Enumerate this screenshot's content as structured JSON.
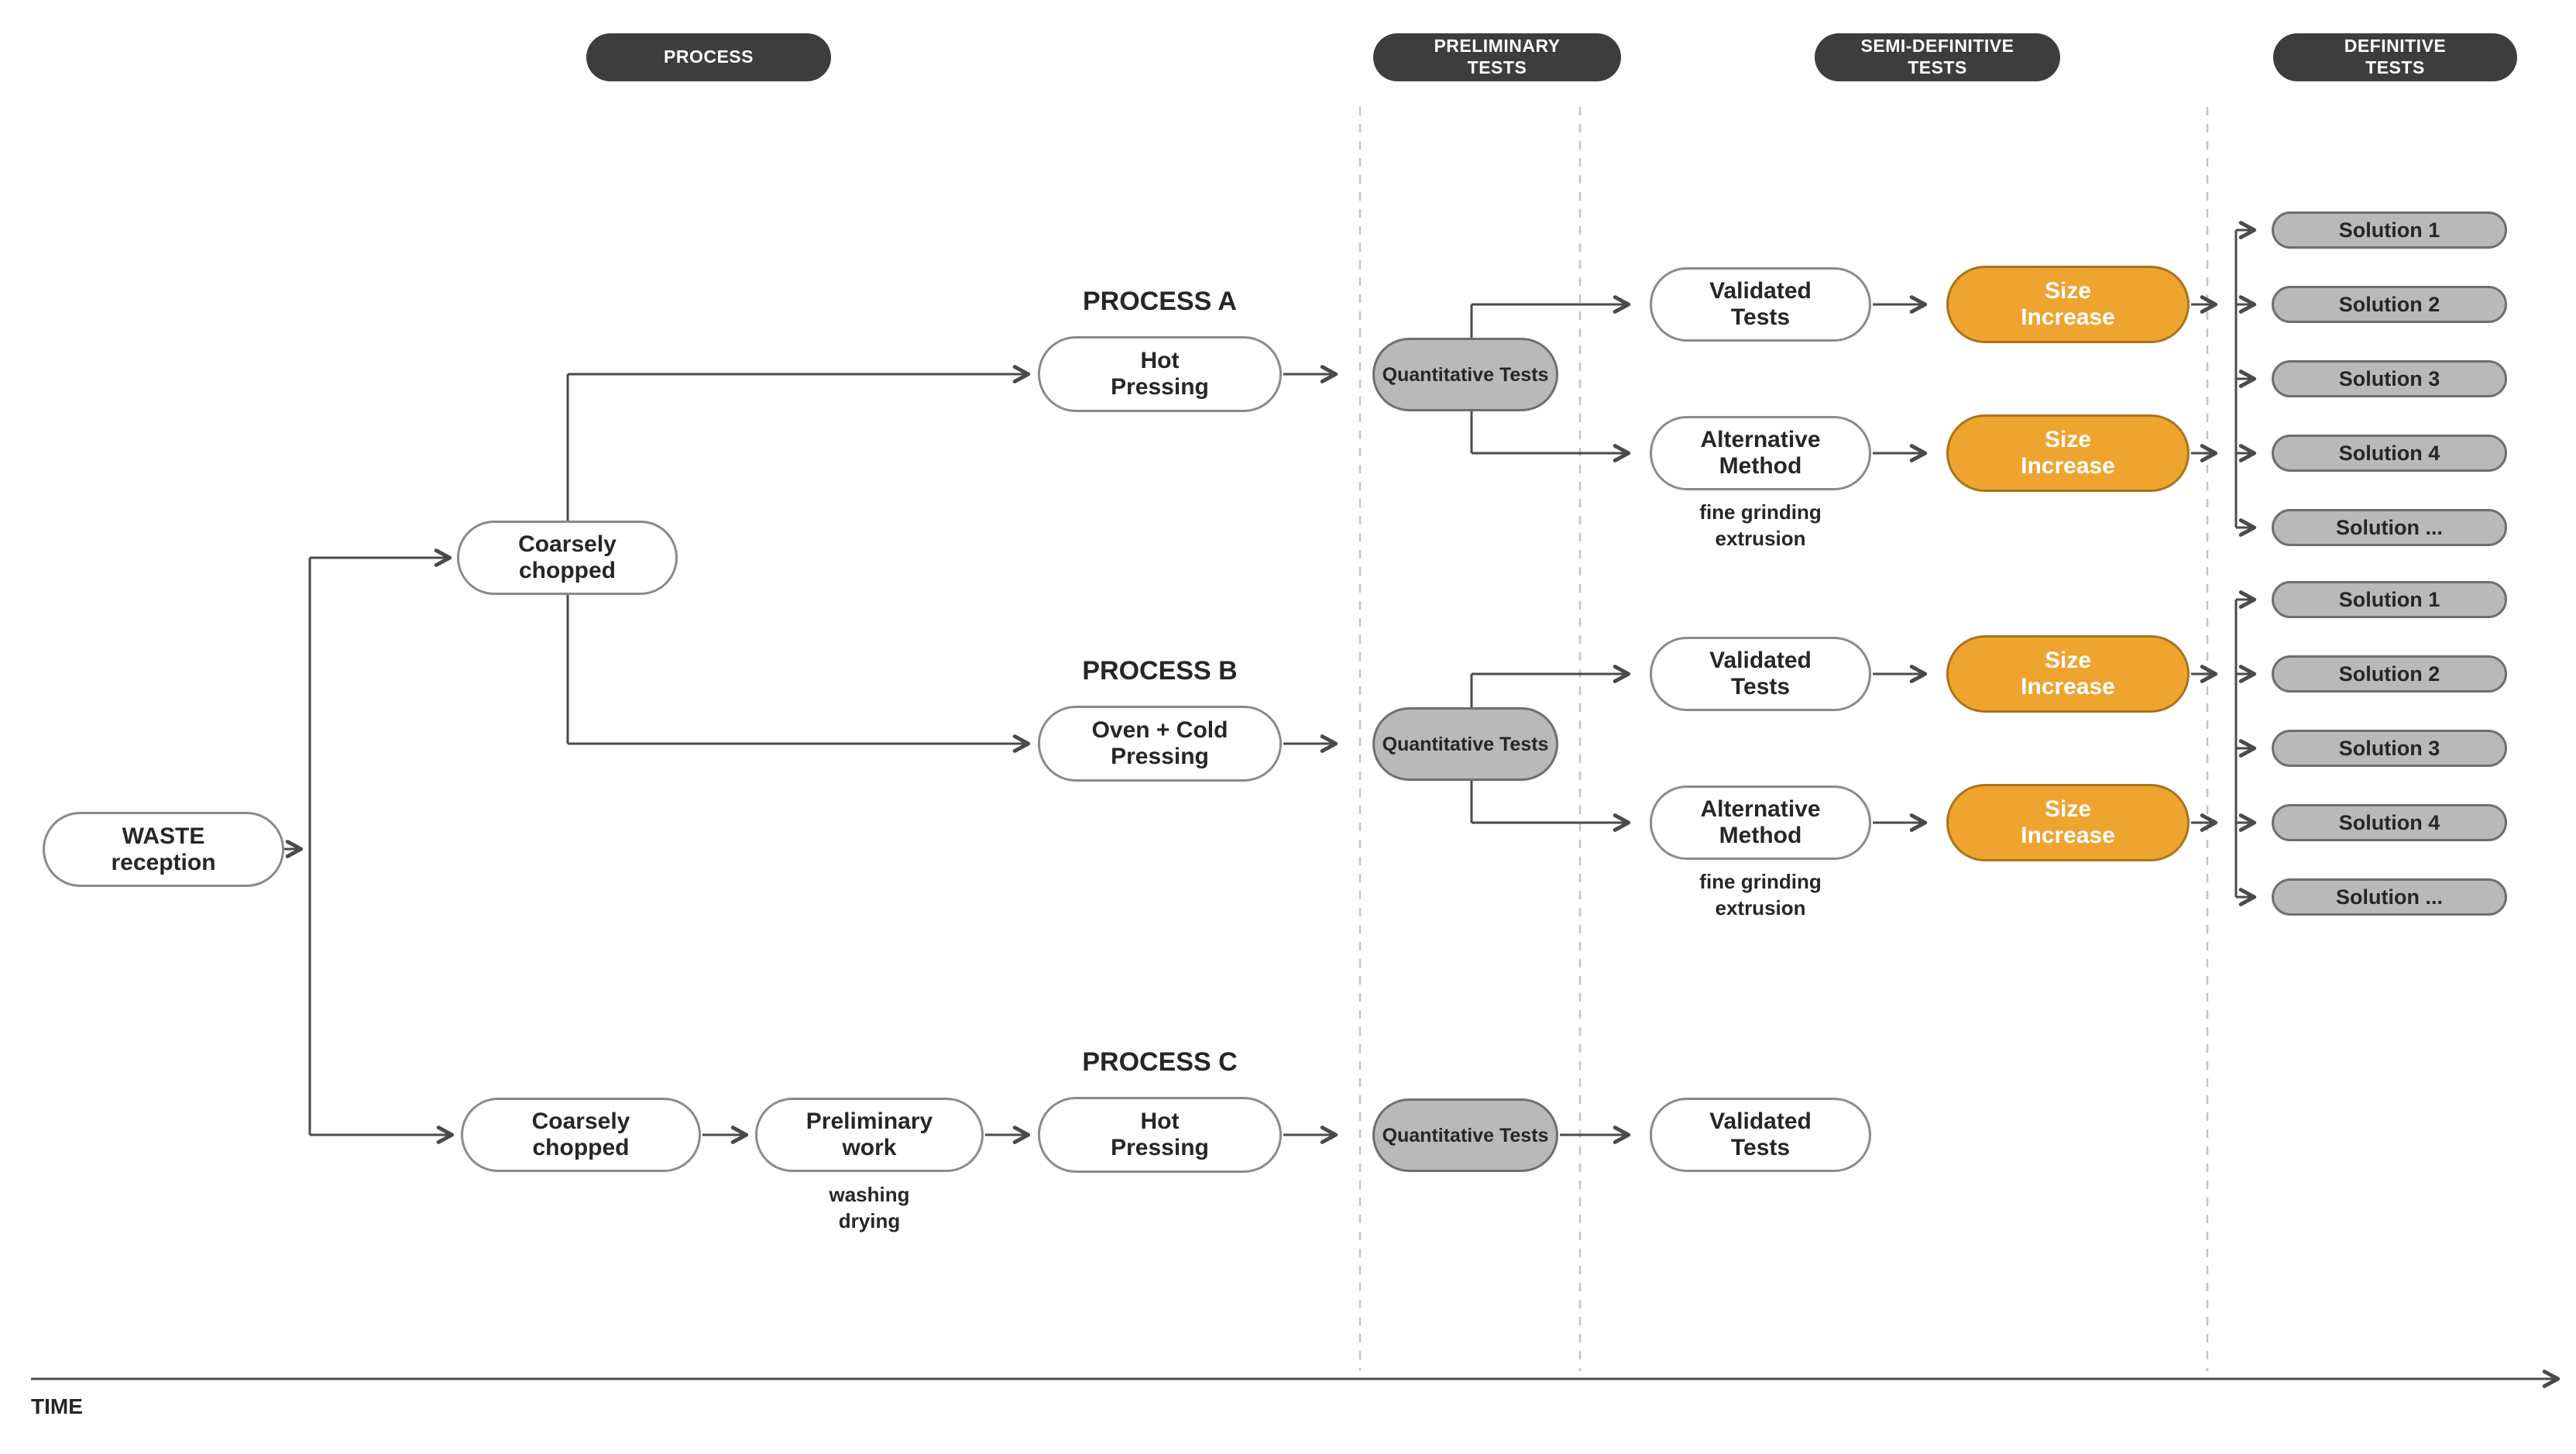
{
  "diagram": {
    "columns": [
      {
        "label": "PROCESS"
      },
      {
        "label": "PRELIMINARY\nTESTS"
      },
      {
        "label": "SEMI-DEFINITIVE\nTESTS"
      },
      {
        "label": "DEFINITIVE\nTESTS"
      }
    ],
    "nodes": {
      "waste": {
        "label": "WASTE\nreception"
      },
      "coarsely_top": {
        "label": "Coarsely\nchopped"
      },
      "coarsely_bottom": {
        "label": "Coarsely\nchopped"
      },
      "preliminary_work": {
        "label": "Preliminary\nwork",
        "note": "washing\ndrying"
      },
      "process_a": {
        "title": "PROCESS A",
        "label": "Hot\nPressing"
      },
      "process_b": {
        "title": "PROCESS B",
        "label": "Oven + Cold\nPressing"
      },
      "process_c": {
        "title": "PROCESS C",
        "label": "Hot\nPressing"
      },
      "quantitative_a": {
        "label": "Quantitative Tests"
      },
      "quantitative_b": {
        "label": "Quantitative Tests"
      },
      "quantitative_c": {
        "label": "Quantitative Tests"
      },
      "validated_a": {
        "label": "Validated\nTests"
      },
      "alternative_a": {
        "label": "Alternative\nMethod",
        "note": "fine grinding\nextrusion"
      },
      "validated_b": {
        "label": "Validated\nTests"
      },
      "alternative_b": {
        "label": "Alternative\nMethod",
        "note": "fine grinding\nextrusion"
      },
      "validated_c": {
        "label": "Validated\nTests"
      },
      "size_increase_a1": {
        "label": "Size\nIncrease"
      },
      "size_increase_a2": {
        "label": "Size\nIncrease"
      },
      "size_increase_b1": {
        "label": "Size\nIncrease"
      },
      "size_increase_b2": {
        "label": "Size\nIncrease"
      }
    },
    "solutions_a": [
      "Solution 1",
      "Solution 2",
      "Solution 3",
      "Solution 4",
      "Solution ..."
    ],
    "solutions_b": [
      "Solution 1",
      "Solution 2",
      "Solution 3",
      "Solution 4",
      "Solution ..."
    ],
    "time_axis": {
      "label": "TIME"
    },
    "colors": {
      "header_bg": "#3d3d3d",
      "header_text": "#ffffff",
      "orange_fill": "#efa430",
      "gray_fill": "#b9b9b9",
      "white_fill": "#ffffff",
      "line": "#4a4a4a",
      "dashed_line": "#c4c4c4",
      "text": "#262626"
    }
  }
}
